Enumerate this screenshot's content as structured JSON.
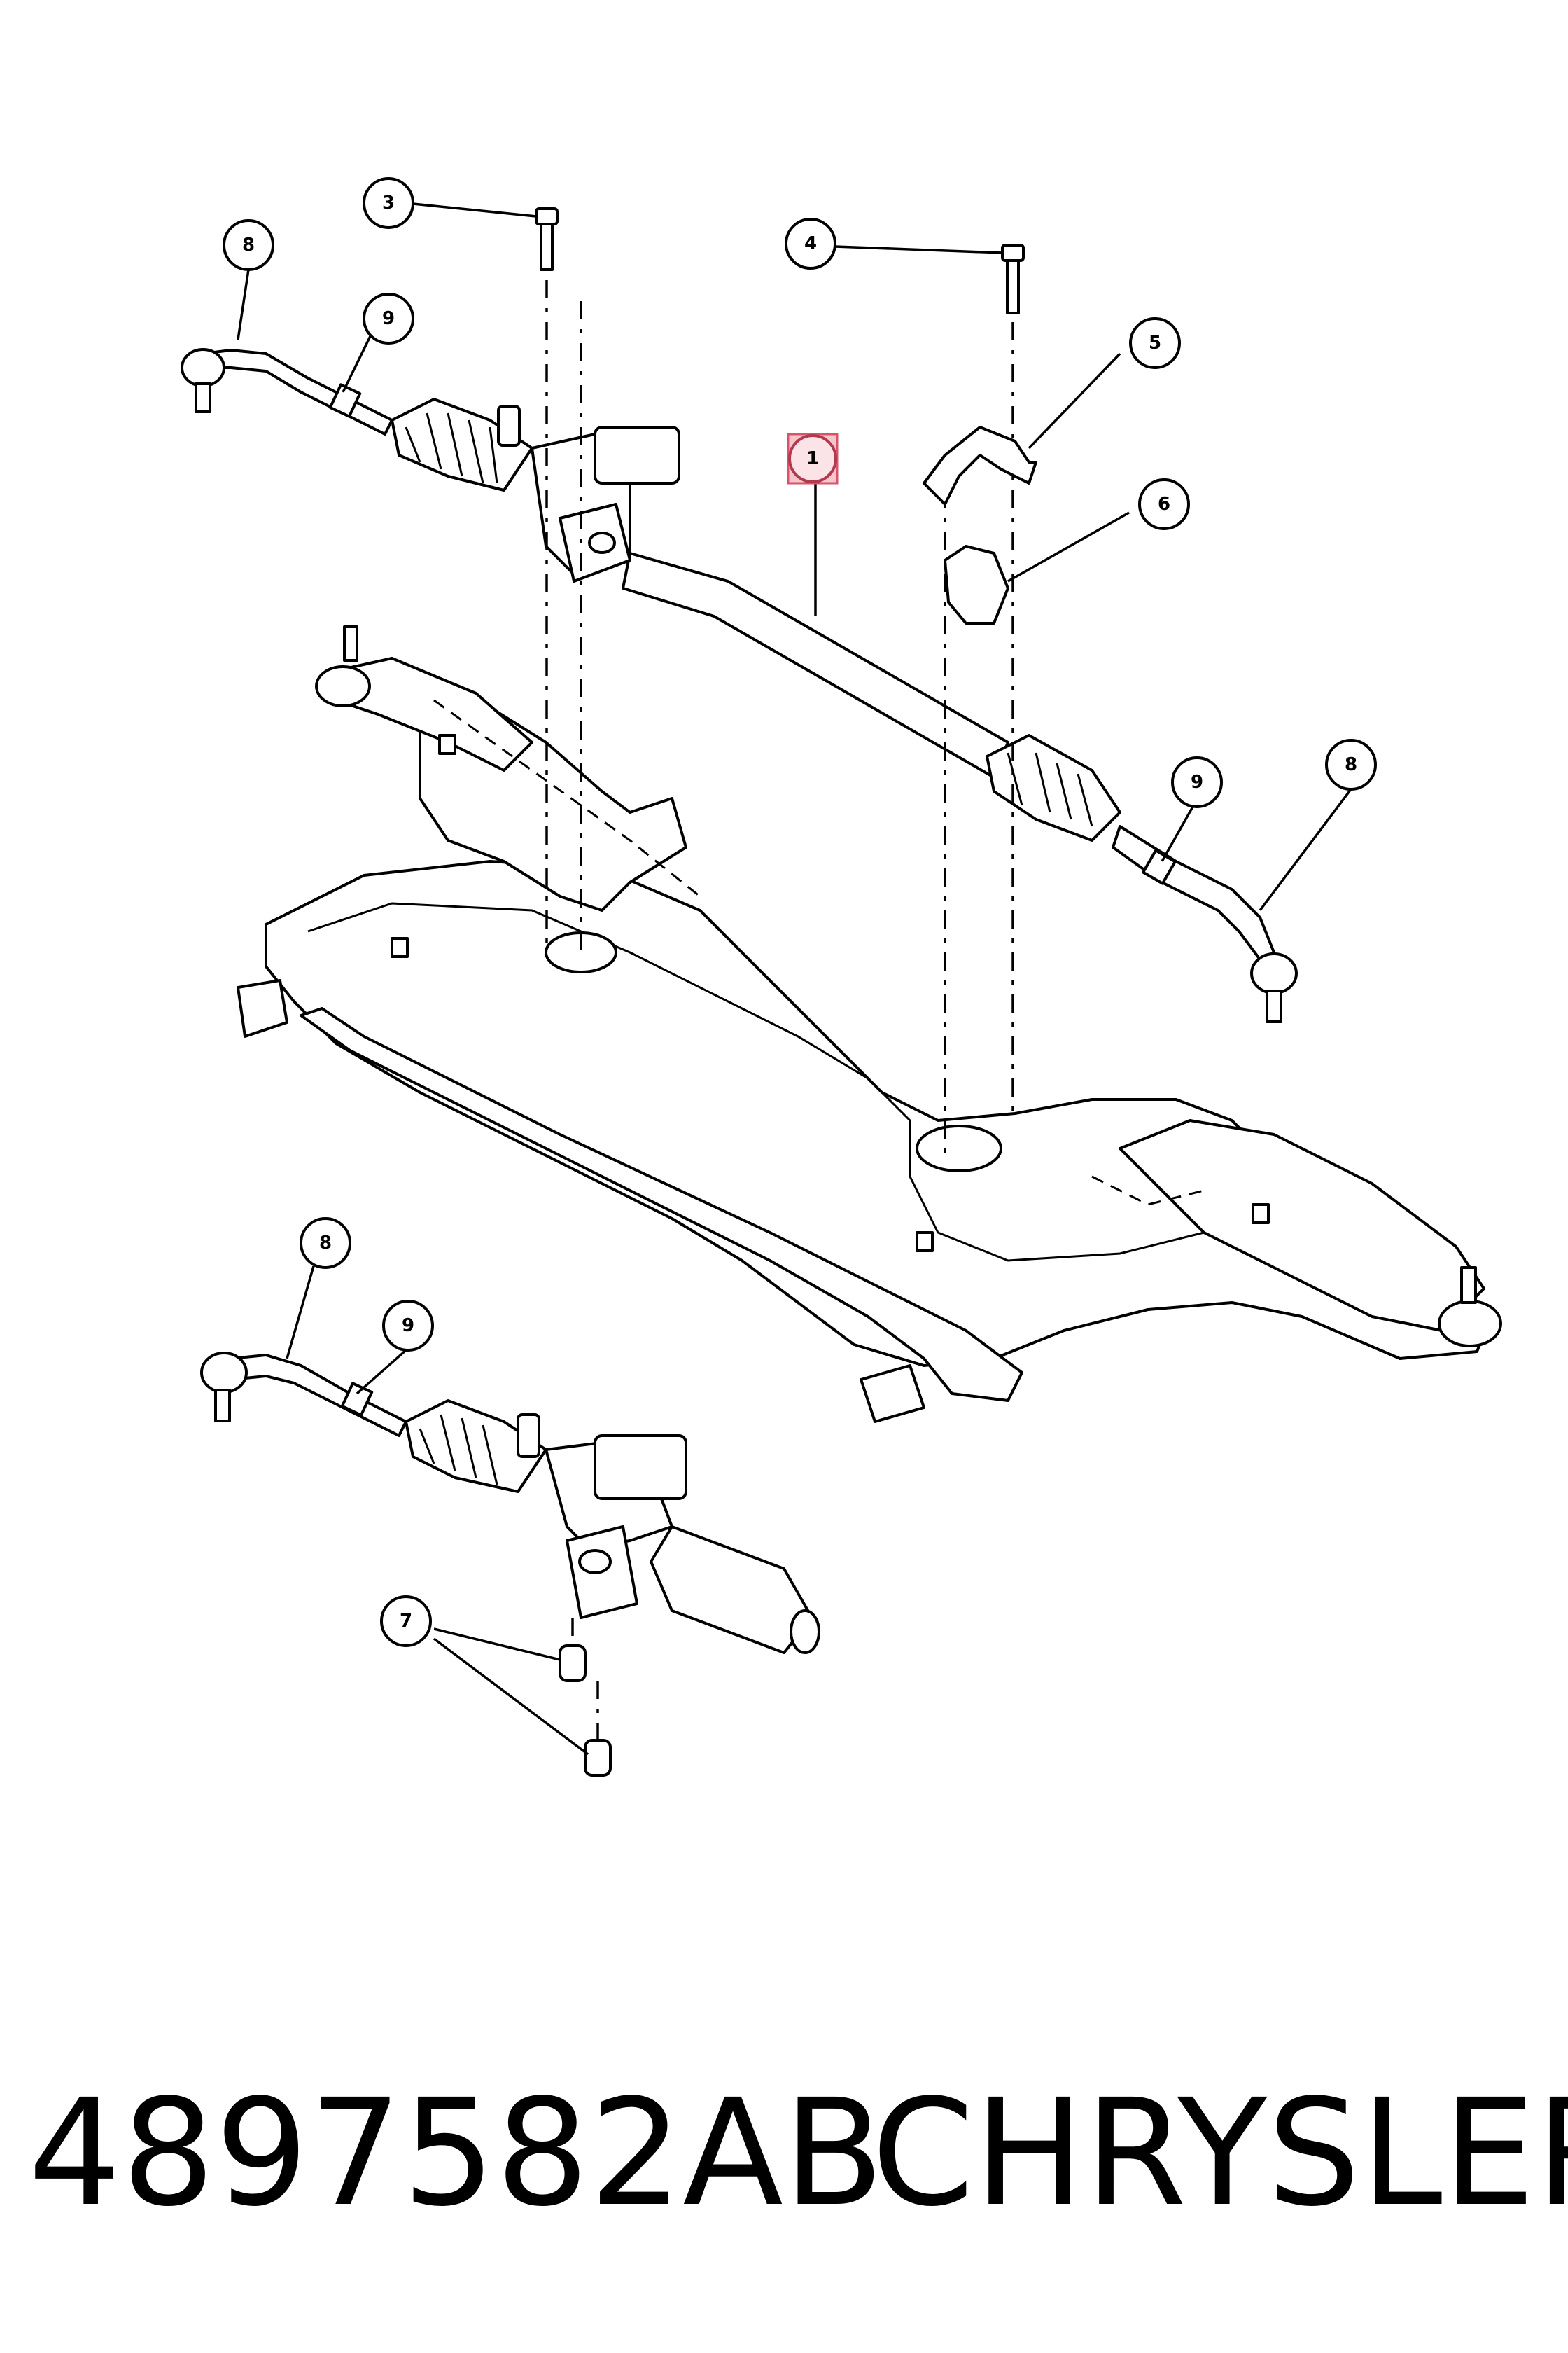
{
  "footer": {
    "part_number": "4897582AB",
    "brand": "CHRYSLER"
  },
  "callouts": {
    "c1": "1",
    "c3": "3",
    "c4": "4",
    "c5": "5",
    "c6": "6",
    "c7": "7",
    "c8_top_left": "8",
    "c9_top_left": "9",
    "c8_right": "8",
    "c9_right": "9",
    "c8_lower": "8",
    "c9_lower": "9"
  },
  "highlighted_callout": "1"
}
